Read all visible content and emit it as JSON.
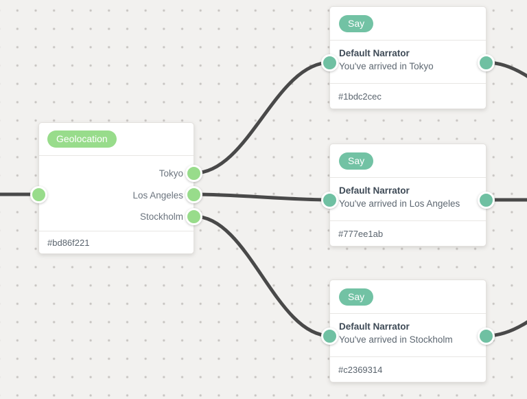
{
  "canvas": {
    "background_color": "#f2f1ef",
    "dot_color": "#c6c3c0",
    "wire_color": "#494949"
  },
  "geolocation_node": {
    "badge_label": "Geolocation",
    "badge_color": "#98dc8b",
    "port_color": "#98dc8b",
    "output_labels": [
      "Tokyo",
      "Los Angeles",
      "Stockholm"
    ],
    "node_id": "#bd86f221"
  },
  "say_style": {
    "badge_color": "#72c2a4",
    "port_color": "#6fc0a2"
  },
  "say_nodes": [
    {
      "badge_label": "Say",
      "speaker": "Default Narrator",
      "message": "You've arrived in Tokyo",
      "node_id": "#1bdc2cec"
    },
    {
      "badge_label": "Say",
      "speaker": "Default Narrator",
      "message": "You've arrived in Los Angeles",
      "node_id": "#777ee1ab"
    },
    {
      "badge_label": "Say",
      "speaker": "Default Narrator",
      "message": "You've arrived in Stockholm",
      "node_id": "#c2369314"
    }
  ]
}
